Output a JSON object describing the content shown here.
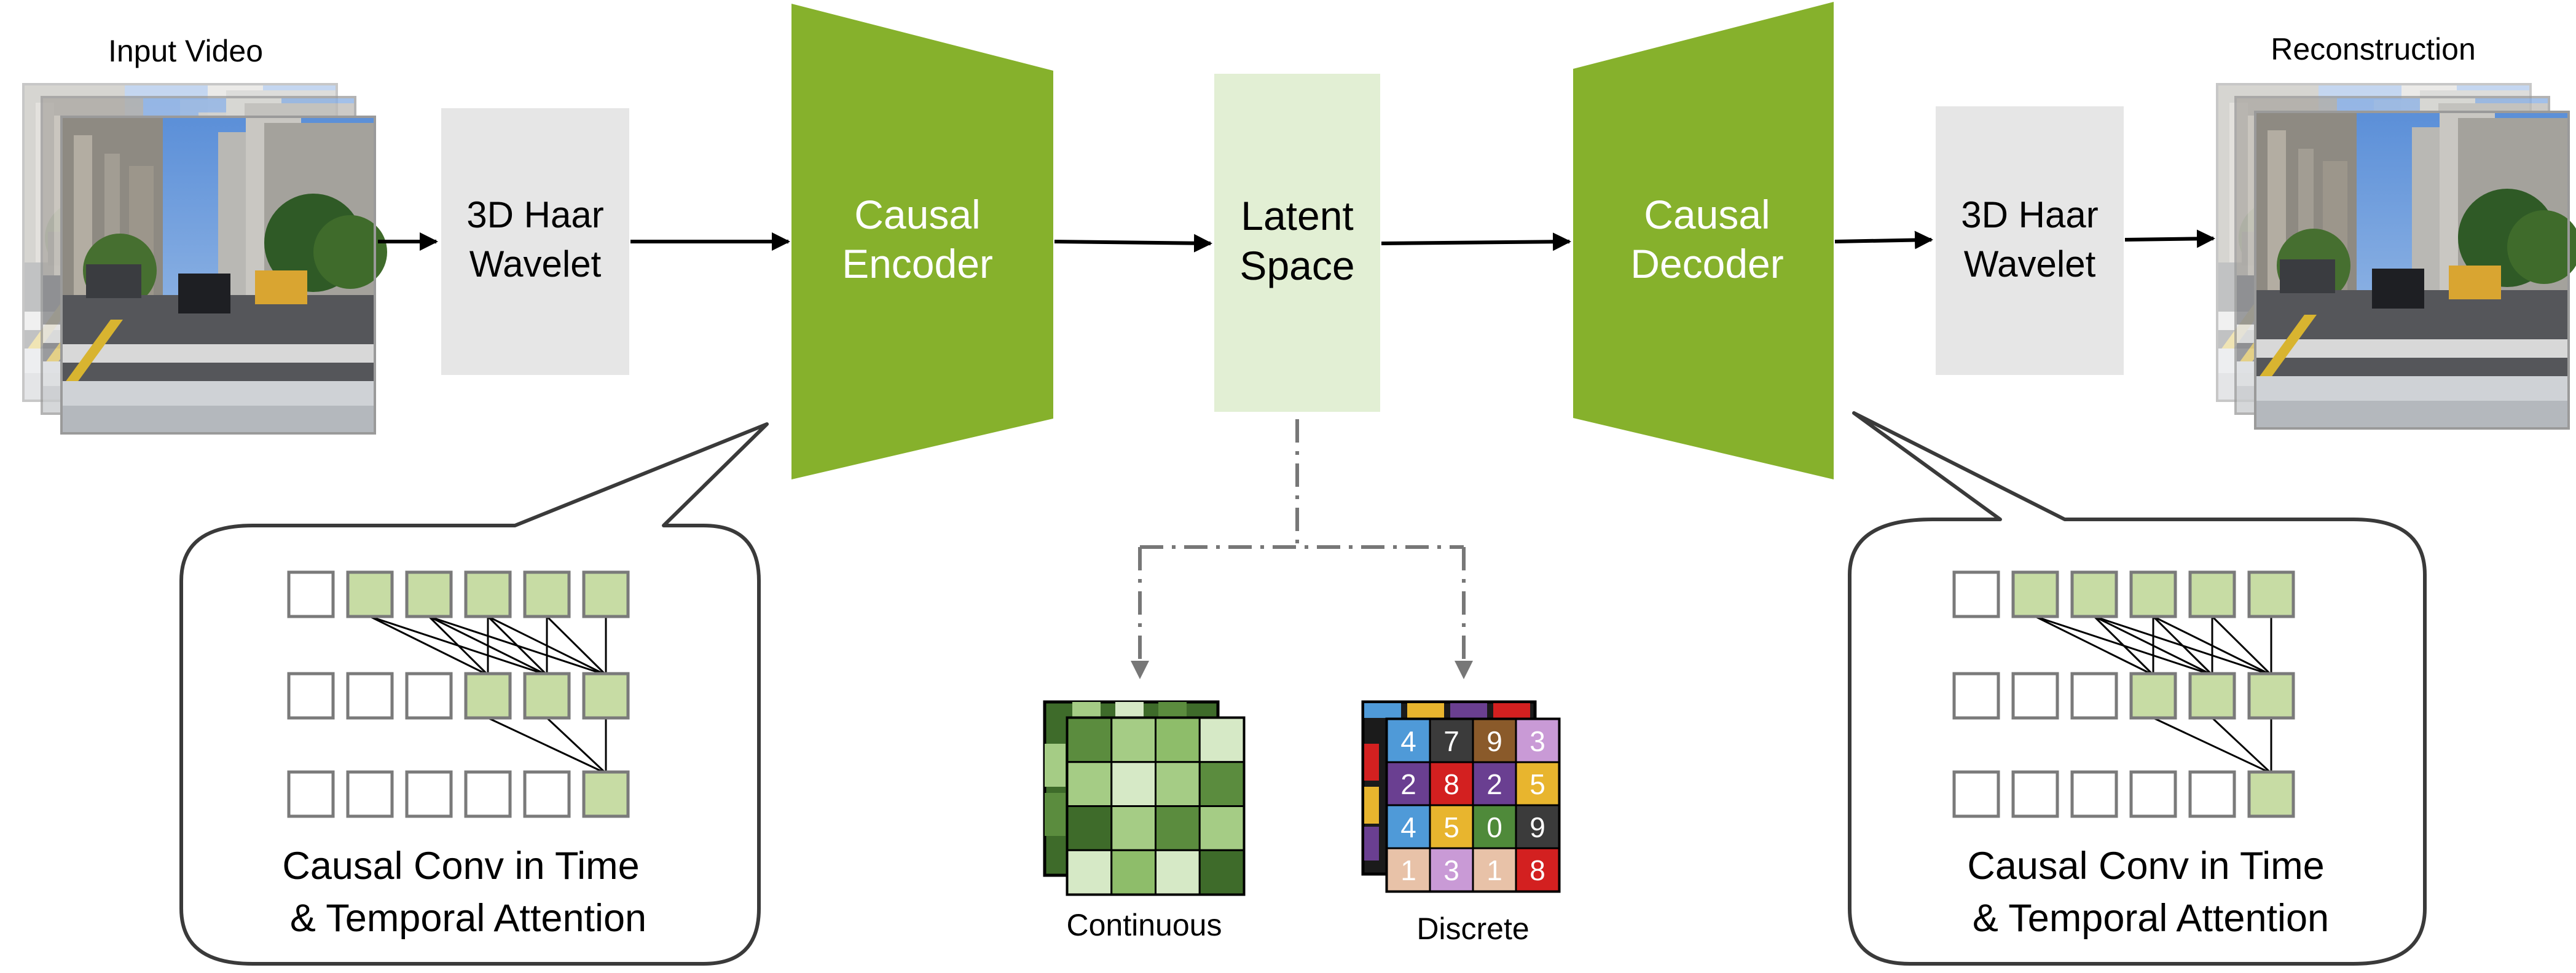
{
  "input_label": "Input Video",
  "output_label": "Reconstruction",
  "wavelet_in": {
    "line1": "3D Haar",
    "line2": "Wavelet"
  },
  "wavelet_out": {
    "line1": "3D Haar",
    "line2": "Wavelet"
  },
  "encoder": {
    "line1": "Causal",
    "line2": "Encoder"
  },
  "decoder": {
    "line1": "Causal",
    "line2": "Decoder"
  },
  "latent": {
    "line1": "Latent",
    "line2": "Space"
  },
  "continuous_label": "Continuous",
  "discrete_label": "Discrete",
  "bubble_left": {
    "line1": "Causal Conv in Time",
    "line2": "& Temporal Attention"
  },
  "bubble_right": {
    "line1": "Causal Conv in Time",
    "line2": "& Temporal Attention"
  },
  "discrete_grid": [
    [
      4,
      7,
      9,
      3
    ],
    [
      2,
      8,
      2,
      5
    ],
    [
      4,
      5,
      0,
      9
    ],
    [
      1,
      3,
      1,
      8
    ]
  ],
  "colors": {
    "green": "#86b12c",
    "latent_fill": "#e2efd4",
    "wavelet_fill": "#e6e6e6",
    "cell_light": "#c7dca4",
    "dark_green": "#3e6b2a",
    "mid_green": "#5b8c3e",
    "light_green": "#a5cc85",
    "pale_green": "#d6e9c6"
  }
}
